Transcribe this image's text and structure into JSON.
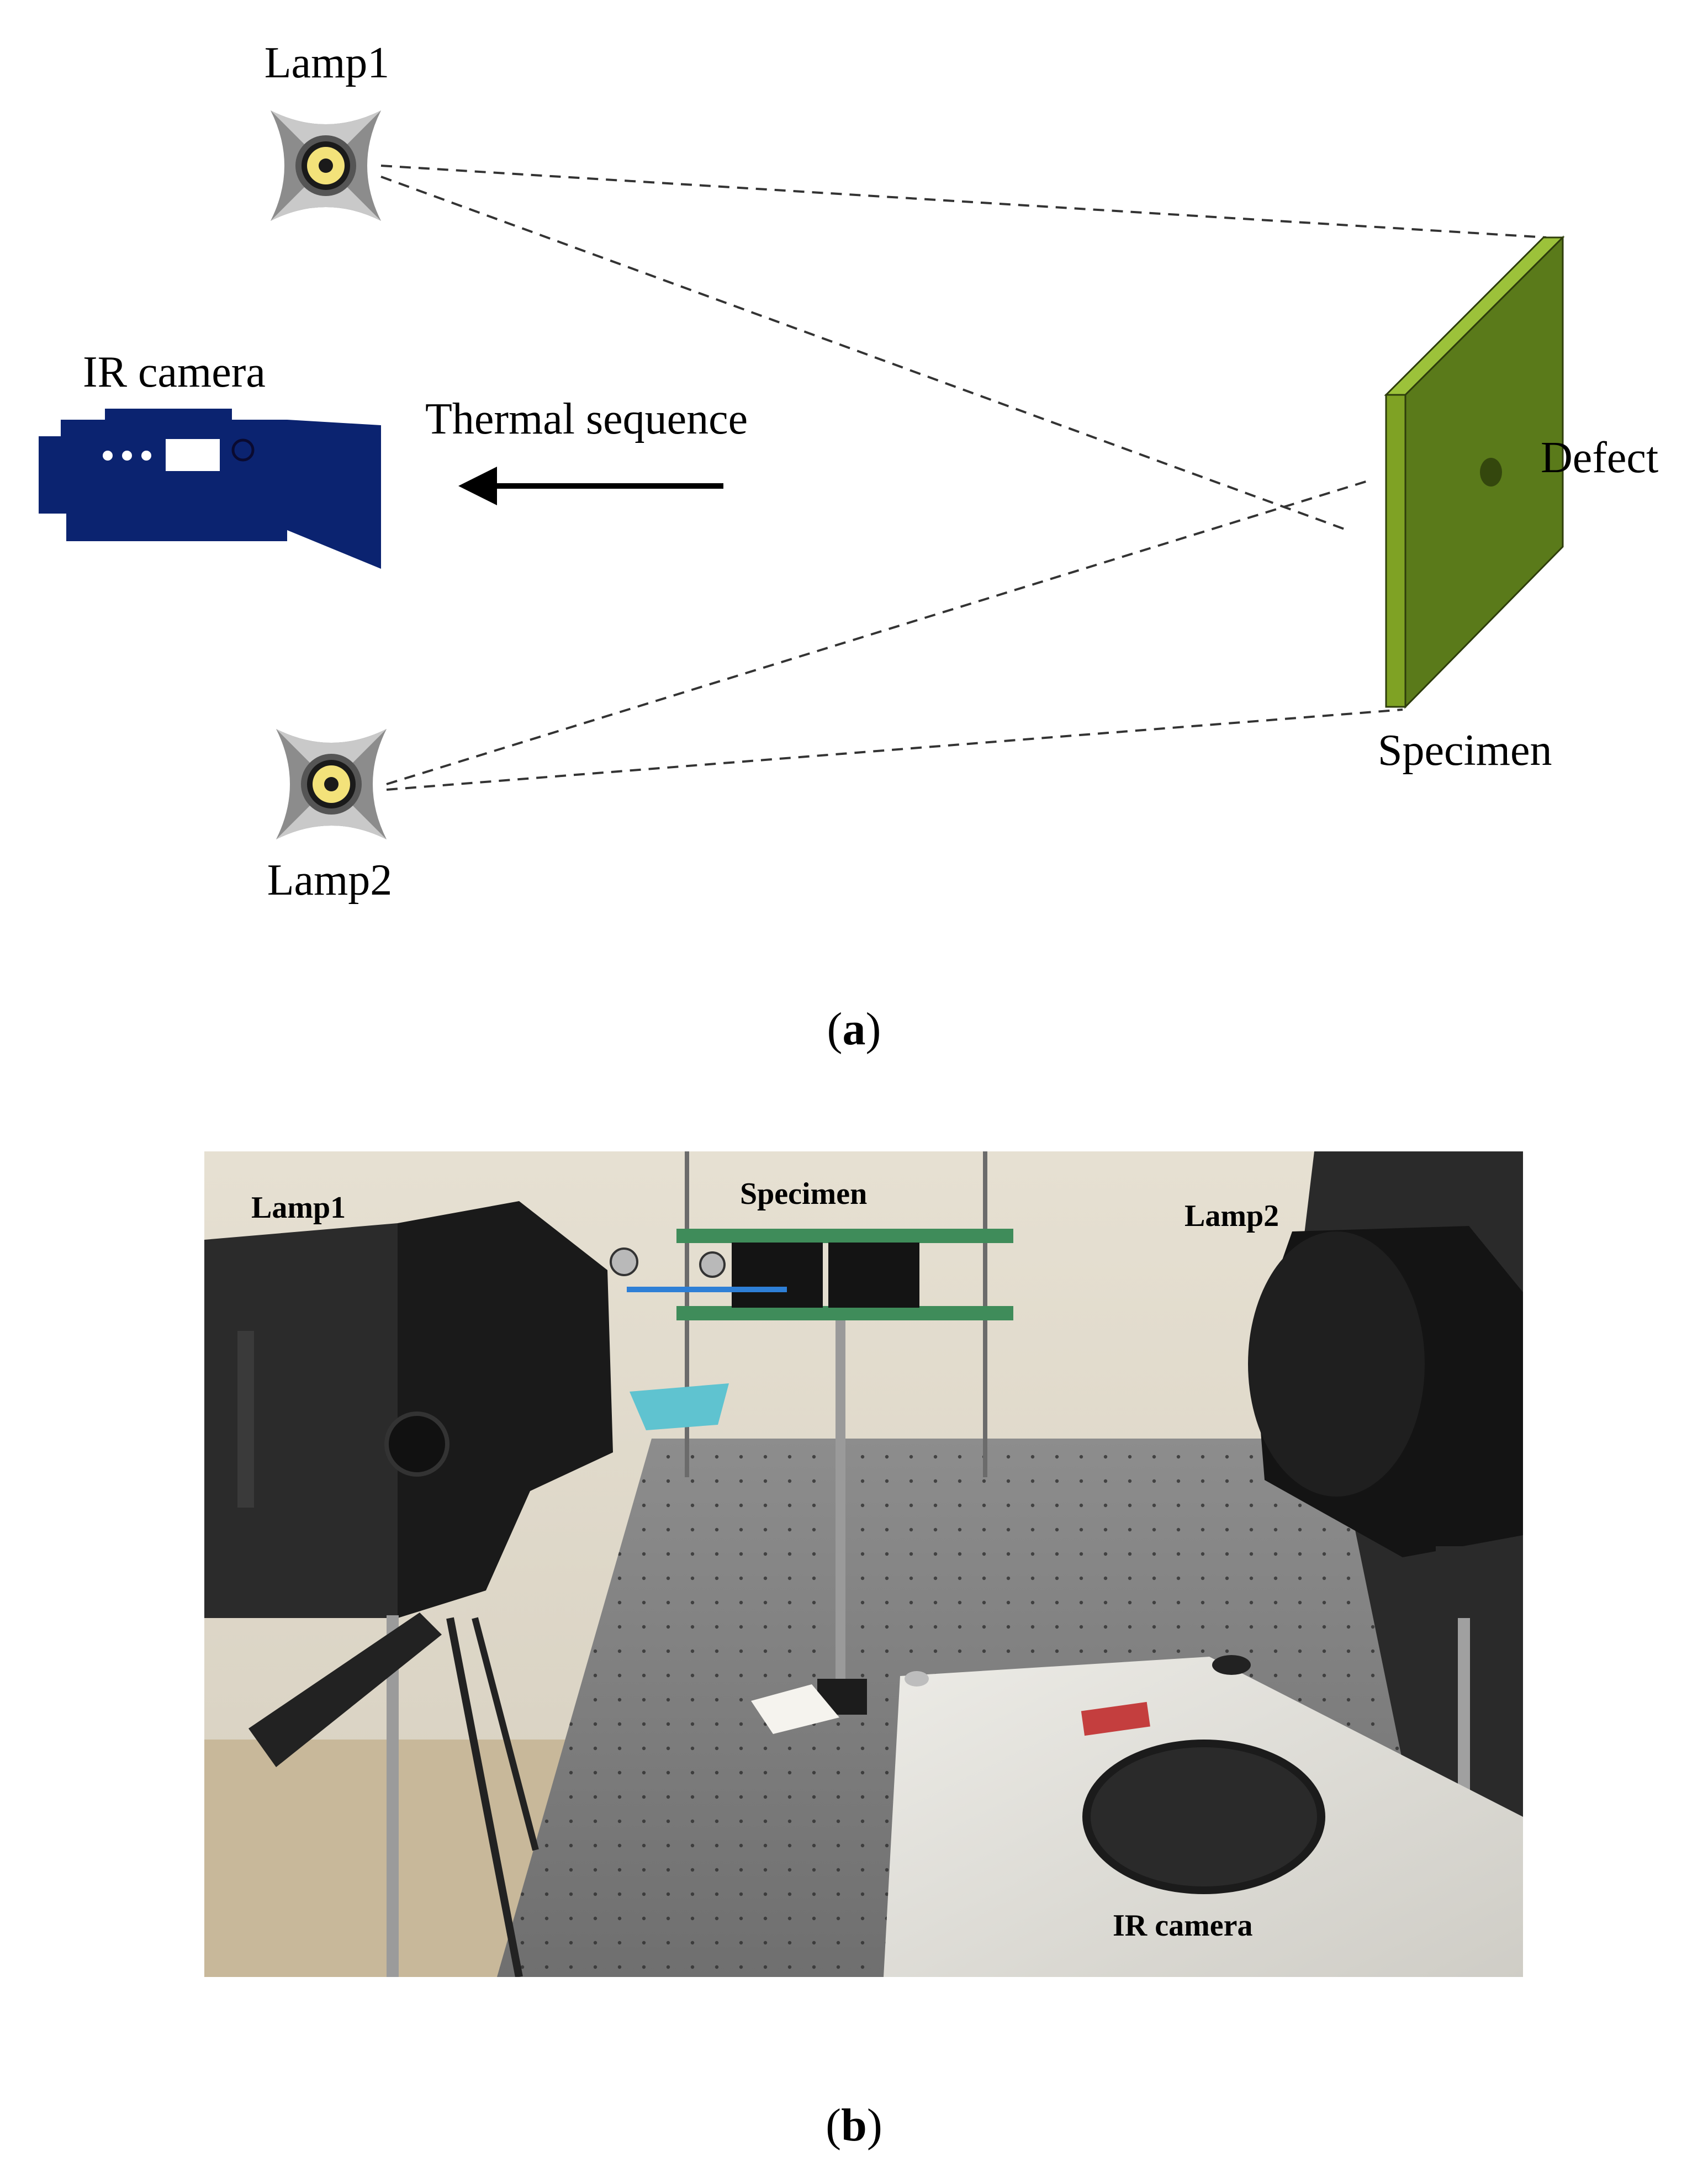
{
  "panel_a": {
    "labels": {
      "lamp1": "Lamp1",
      "lamp2": "Lamp2",
      "ir_camera": "IR camera",
      "thermal_sequence": "Thermal sequence",
      "defect": "Defect",
      "specimen": "Specimen"
    },
    "caption_letter": "a",
    "colors": {
      "camera_body": "#0b2370",
      "specimen_face": "#5a7a1a",
      "specimen_edge": "#9cc23a",
      "lamp_glow": "#f3e27a"
    }
  },
  "panel_b": {
    "labels": {
      "lamp1": "Lamp1",
      "lamp2": "Lamp2",
      "specimen": "Specimen",
      "ir_camera": "IR camera"
    },
    "caption_letter": "b"
  }
}
